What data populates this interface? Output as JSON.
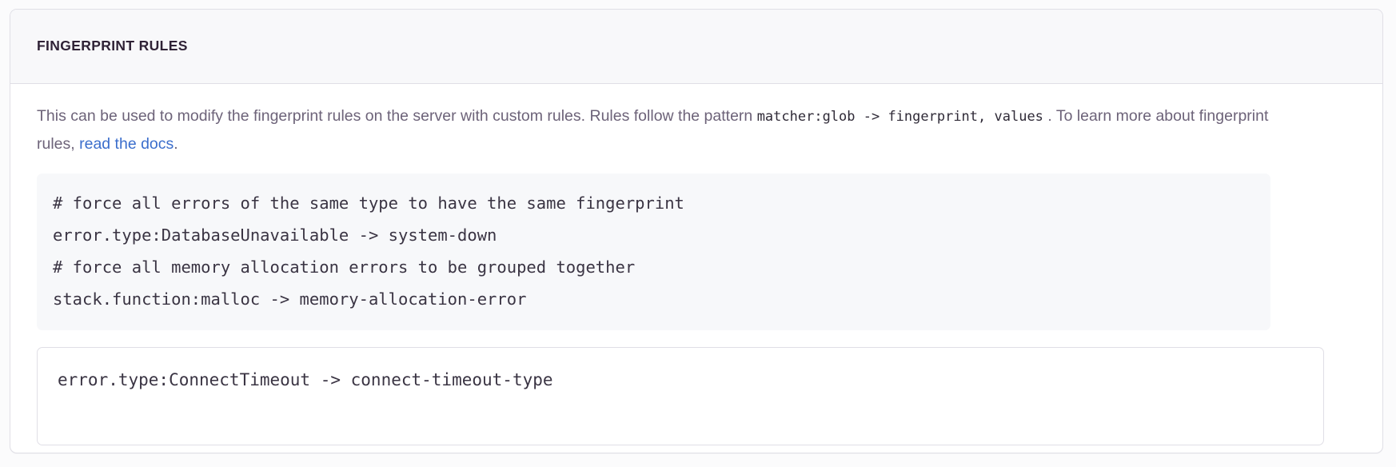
{
  "panel": {
    "title": "FINGERPRINT RULES",
    "description": {
      "part1": "This can be used to modify the fingerprint rules on the server with custom rules. Rules follow the pattern ",
      "code1": "matcher:glob -> fingerprint, values",
      "part2": " . To learn more about fingerprint rules, ",
      "link_label": "read the docs",
      "part3": "."
    },
    "example_code": "# force all errors of the same type to have the same fingerprint\nerror.type:DatabaseUnavailable -> system-down\n# force all memory allocation errors to be grouped together\nstack.function:malloc -> memory-allocation-error",
    "rules_input": {
      "value": "error.type:ConnectTimeout -> connect-timeout-type",
      "placeholder": ""
    }
  },
  "colors": {
    "page_background": "#fbfbfc",
    "panel_border": "#e0dfe6",
    "header_background": "#f8f8fa",
    "title_text": "#2f2236",
    "body_text": "#6d6379",
    "link": "#3b6ecc",
    "code_background": "#f7f8fa",
    "code_text": "#3a3443"
  }
}
